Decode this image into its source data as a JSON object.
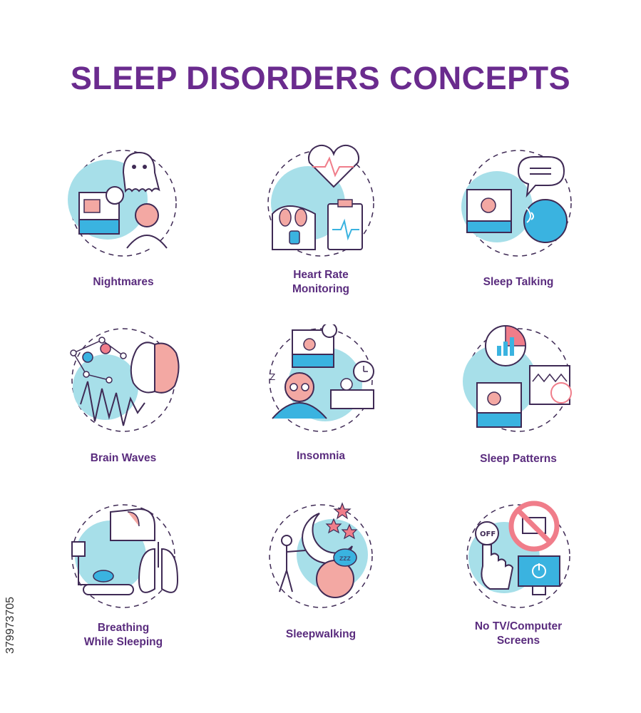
{
  "title": "SLEEP DISORDERS CONCEPTS",
  "stock_id": "379973705",
  "colors": {
    "accent_purple": "#5a2c7e",
    "circle_cyan": "#a7dfe9",
    "pink": "#f3a8a3",
    "blue": "#3ab3e0",
    "stroke": "#3f2a55"
  },
  "concepts": [
    {
      "label_lines": [
        "Nightmares"
      ],
      "icon": "nightmare-icon"
    },
    {
      "label_lines": [
        "Heart Rate",
        "Monitoring"
      ],
      "icon": "heart-rate-icon"
    },
    {
      "label_lines": [
        "Sleep Talking"
      ],
      "icon": "sleep-talking-icon"
    },
    {
      "label_lines": [
        "Brain Waves"
      ],
      "icon": "brain-waves-icon"
    },
    {
      "label_lines": [
        "Insomnia"
      ],
      "icon": "insomnia-icon"
    },
    {
      "label_lines": [
        "Sleep Patterns"
      ],
      "icon": "sleep-patterns-icon"
    },
    {
      "label_lines": [
        "Breathing",
        "While Sleeping"
      ],
      "icon": "breathing-icon"
    },
    {
      "label_lines": [
        "Sleepwalking"
      ],
      "icon": "sleepwalking-icon"
    },
    {
      "label_lines": [
        "No TV/Computer",
        "Screens"
      ],
      "icon": "no-screens-icon"
    }
  ]
}
